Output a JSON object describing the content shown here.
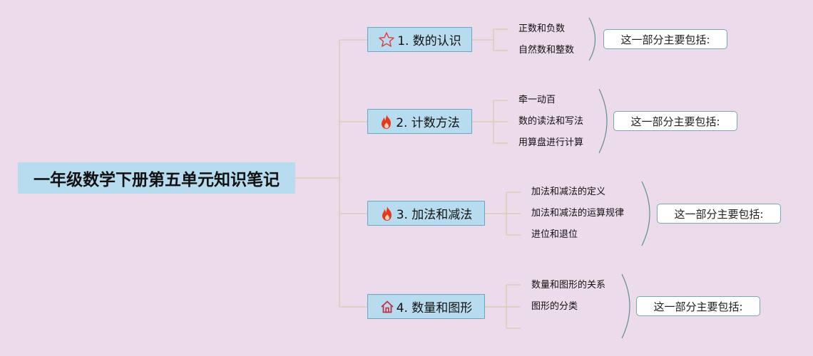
{
  "root": {
    "title": "一年级数学下册第五单元知识笔记"
  },
  "branches": [
    {
      "label": "1. 数的认识",
      "icon": "star-icon",
      "leaves": [
        "正数和负数",
        "自然数和整数"
      ],
      "note": "这一部分主要包括:"
    },
    {
      "label": "2. 计数方法",
      "icon": "fire-icon",
      "leaves": [
        "牵一动百",
        "数的读法和写法",
        "用算盘进行计算"
      ],
      "note": "这一部分主要包括:"
    },
    {
      "label": "3. 加法和减法",
      "icon": "fire-icon",
      "leaves": [
        "加法和减法的定义",
        "加法和减法的运算规律",
        "进位和退位"
      ],
      "note": "这一部分主要包括:"
    },
    {
      "label": "4. 数量和图形",
      "icon": "home-icon",
      "leaves": [
        "数量和图形的关系",
        "图形的分类",
        ""
      ],
      "note": "这一部分主要包括:"
    }
  ],
  "colors": {
    "background": "#ecdbea",
    "node_fill": "#b8dcef",
    "node_border": "#6aa6c1",
    "connector": "#dccbb4",
    "bracket": "#5f8e92",
    "star": "#e53935",
    "fire": "#e8361b",
    "home": "#c62f48"
  }
}
